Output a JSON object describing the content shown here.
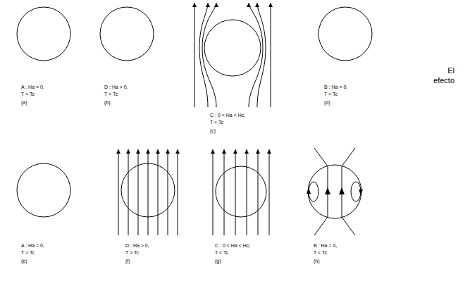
{
  "diagram": {
    "labels": [
      "A : Ha = 0,",
      "T > Tc",
      "(a)",
      "D : Ha > 0,",
      "T > Tc",
      "(b)",
      "C : 0 < Ha < Hc,",
      "T < Tc",
      "(c)",
      "B : Ha = 0,",
      "T < Tc",
      "(d)",
      "A : Ha = 0,",
      "T > Tc",
      "(e)",
      "D : Ha > 0,",
      "T > Tc",
      "(f)",
      "C : 0 < Ha < Hc,",
      "T < Tc",
      "(g)",
      "B : Ha = 0,",
      "T < Tc",
      "(h)",
      "El efecto"
    ]
  }
}
